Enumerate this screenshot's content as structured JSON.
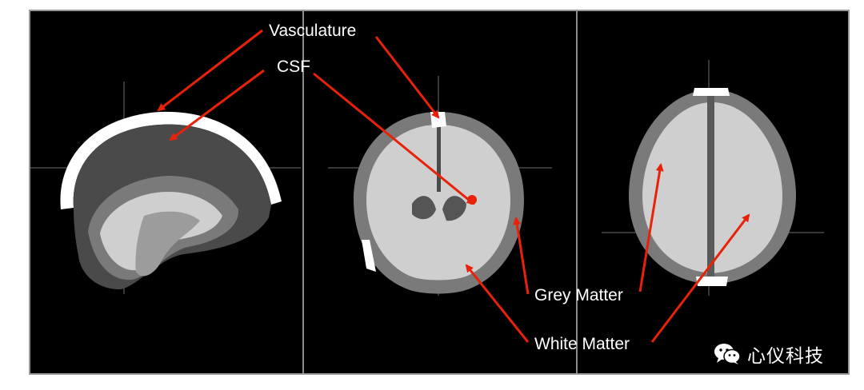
{
  "labels": {
    "vasculature": "Vasculature",
    "csf": "CSF",
    "grey_matter": "Grey Matter",
    "white_matter": "White Matter"
  },
  "watermark": {
    "text": "心仪科技",
    "icon": "wechat-icon"
  },
  "colors": {
    "background": "#000000",
    "arrow": "#e8220a",
    "label_text": "#ffffff",
    "white_matter": "#cfcfcf",
    "grey_matter": "#7a7a7a",
    "csf": "#4a4a4a",
    "vasculature": "#ffffff"
  }
}
